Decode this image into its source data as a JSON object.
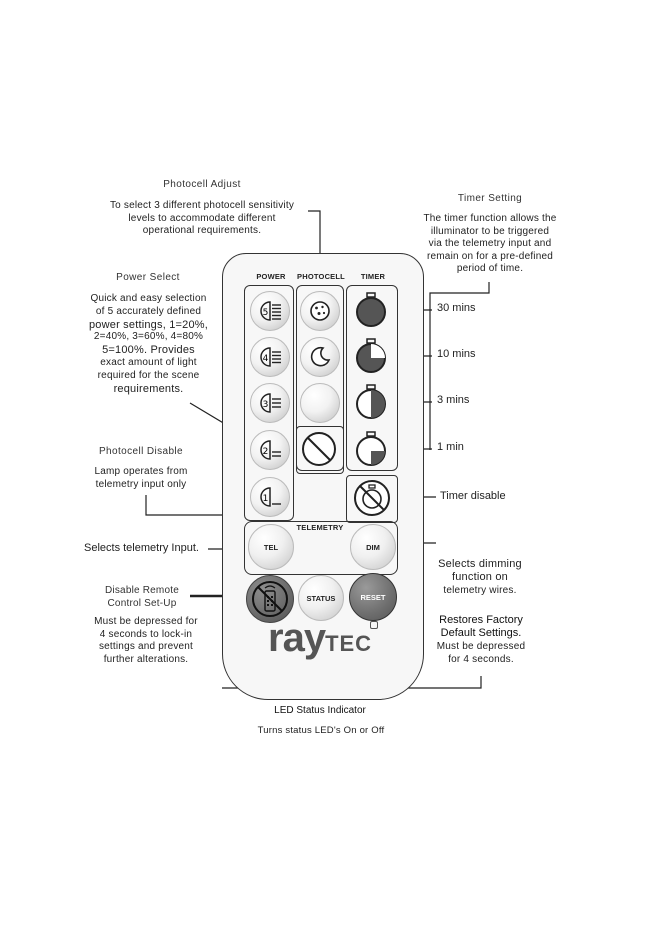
{
  "callouts": {
    "photocell_adjust": {
      "title": "Photocell Adjust",
      "lines": [
        "To select 3 different photocell sensitivity",
        "levels to accommodate different",
        "operational requirements."
      ]
    },
    "timer_setting": {
      "title": "Timer Setting",
      "lines": [
        "The timer function allows the",
        "illuminator to be triggered",
        "via the telemetry input and",
        "remain on for a pre-defined",
        "period of time."
      ]
    },
    "power_select": {
      "title": "Power Select",
      "lines": [
        "Quick and easy selection",
        "of 5 accurately defined",
        "power settings, 1=20%,",
        "2=40%, 3=60%, 4=80%",
        "5=100%. Provides",
        "exact amount of light",
        "required for the scene",
        "requirements."
      ]
    },
    "photocell_disable": {
      "title": "Photocell Disable",
      "lines": [
        "Lamp operates from",
        "telemetry input only"
      ]
    },
    "selects_telemetry": "Selects telemetry Input.",
    "disable_remote": {
      "title_lines": [
        "Disable Remote",
        "Control Set-Up"
      ],
      "lines": [
        "Must be depressed for",
        "4 seconds to lock-in",
        "settings and prevent",
        "further alterations."
      ]
    },
    "timer_labels": [
      "30 mins",
      "10 mins",
      "3 mins",
      "1 min"
    ],
    "timer_disable": "Timer disable",
    "selects_dimming": [
      "Selects dimming",
      "function on",
      "telemetry wires."
    ],
    "restores": {
      "title_lines": [
        "Restores Factory",
        "Default Settings."
      ],
      "lines": [
        "Must be depressed",
        "for 4 seconds."
      ]
    },
    "led_status": {
      "title": "LED Status Indicator",
      "line": "Turns status LED's On or Off"
    }
  },
  "remote": {
    "headers": {
      "power": "POWER",
      "photocell": "PHOTOCELL",
      "timer": "TIMER"
    },
    "telemetry_label": "TELEMETRY",
    "buttons": {
      "tel": "TEL",
      "dim": "DIM",
      "status": "STATUS",
      "reset": "RESET"
    },
    "power_levels": [
      "5",
      "4",
      "3",
      "2",
      "1"
    ],
    "logo": {
      "part1": "ray",
      "part2": "TEC"
    }
  },
  "icons": {
    "power": "power-level-icon",
    "photocell": "moon-phase-icon",
    "timer": "stopwatch-icon",
    "disable": "no-symbol-icon"
  }
}
